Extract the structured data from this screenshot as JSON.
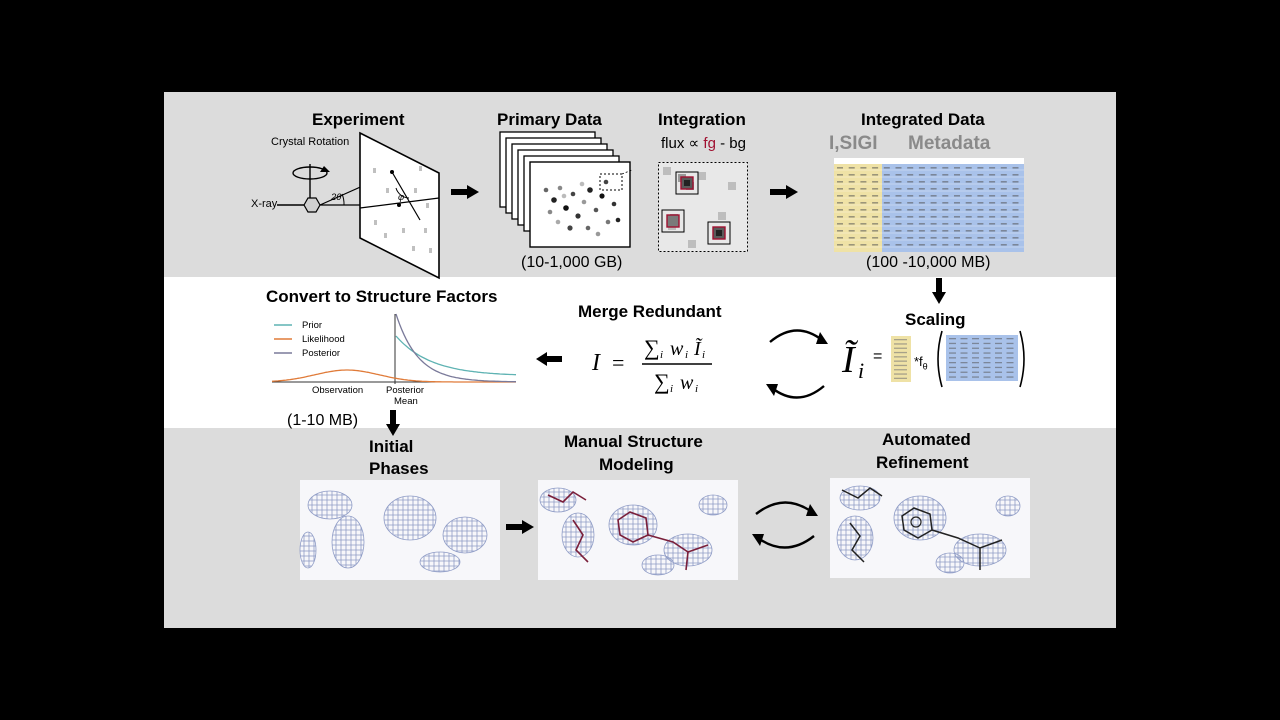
{
  "top": {
    "experiment": {
      "title": "Experiment",
      "crystal_rotation": "Crystal Rotation",
      "xray": "X-ray",
      "two_theta": "2θ",
      "phi": "φ"
    },
    "primary_data": {
      "title": "Primary Data",
      "size": "(10-1,000 GB)"
    },
    "integration": {
      "title": "Integration",
      "formula_prefix": "flux ∝ ",
      "formula_fg": "fg",
      "formula_suffix": " - bg"
    },
    "integrated_data": {
      "title": "Integrated Data",
      "col1": "I,SIGI",
      "col2": "Metadata",
      "size": "(100 -10,000 MB)"
    }
  },
  "mid": {
    "convert": {
      "title": "Convert to Structure Factors",
      "legend": [
        "Prior",
        "Likelihood",
        "Posterior"
      ],
      "xlabel_obs": "Observation",
      "xlabel_post_1": "Posterior",
      "xlabel_post_2": "Mean",
      "size": "(1-10 MB)"
    },
    "merge": {
      "title": "Merge Redundant"
    },
    "scaling": {
      "title": "Scaling",
      "eq": "=",
      "factor": "*f",
      "theta": "θ"
    }
  },
  "bottom": {
    "initial": {
      "title_1": "Initial",
      "title_2": "Phases"
    },
    "manual": {
      "title_1": "Manual Structure",
      "title_2": "Modeling"
    },
    "automated": {
      "title_1": "Automated",
      "title_2": "Refinement"
    }
  },
  "colors": {
    "prior": "#5fb3b3",
    "likelihood": "#e07b39",
    "posterior": "#7a7a9a",
    "fg": "#a01030",
    "table_yellow": "#efe2a6",
    "table_blue": "#a9c2ea",
    "density": "#8f9cc6",
    "model": "#7a1f3a"
  },
  "icons": [
    "xray-source-icon",
    "rotation-arrow-icon",
    "right-arrow-icon",
    "down-arrow-icon",
    "left-arrow-icon",
    "cycle-arrows-icon"
  ]
}
